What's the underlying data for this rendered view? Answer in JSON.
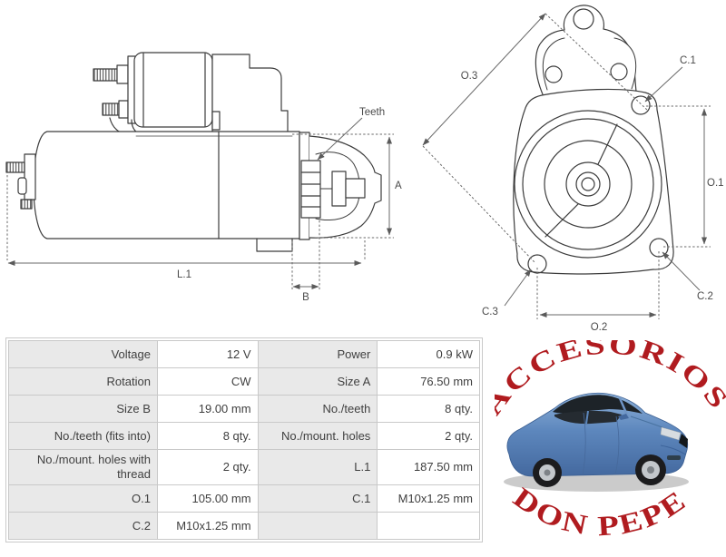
{
  "product_drawings": {
    "side_view": {
      "teeth_label": "Teeth",
      "dim_a": "A",
      "dim_b": "B",
      "dim_l1": "L.1"
    },
    "front_view": {
      "dim_o1": "O.1",
      "dim_o2": "O.2",
      "dim_o3": "O.3",
      "dim_c1": "C.1",
      "dim_c2": "C.2",
      "dim_c3": "C.3"
    }
  },
  "spec_table": {
    "rows": [
      {
        "c0": "Voltage",
        "c1": "12 V",
        "c2": "Power",
        "c3": "0.9 kW"
      },
      {
        "c0": "Rotation",
        "c1": "CW",
        "c2": "Size A",
        "c3": "76.50 mm"
      },
      {
        "c0": "Size B",
        "c1": "19.00 mm",
        "c2": "No./teeth",
        "c3": "8 qty."
      },
      {
        "c0": "No./teeth (fits into)",
        "c1": "8 qty.",
        "c2": "No./mount. holes",
        "c3": "2 qty."
      },
      {
        "c0": "No./mount. holes with thread",
        "c1": "2 qty.",
        "c2": "L.1",
        "c3": "187.50 mm"
      },
      {
        "c0": "O.1",
        "c1": "105.00 mm",
        "c2": "C.1",
        "c3": "M10x1.25 mm"
      },
      {
        "c0": "C.2",
        "c1": "M10x1.25 mm",
        "c2": "",
        "c3": ""
      }
    ]
  },
  "logo": {
    "top_text": "ACCESORIOS",
    "bottom_text": "DON PEPE",
    "text_color": "#b01b1f",
    "car_color": "#5d87bd"
  },
  "colors": {
    "drawing_line": "#3c3c3c",
    "dimension_line": "#6a6a6a",
    "table_label_bg": "#e9e9e9",
    "table_border": "#c9c9c9",
    "table_text": "#3f3f3f"
  }
}
